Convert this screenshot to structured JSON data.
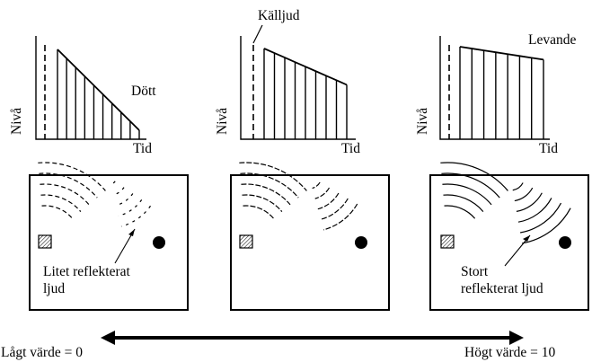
{
  "diagram": {
    "axis_labels": {
      "y": "Nivå",
      "x": "Tid"
    },
    "panels": [
      {
        "id": "dead",
        "label": "Dött",
        "decay_levels": [
          1.0,
          0.9,
          0.8,
          0.7,
          0.6,
          0.5,
          0.4,
          0.3,
          0.2,
          0.1
        ],
        "room_caption": "Litet reflekterat ljud",
        "room_caption_lines": [
          "Litet reflekterat",
          "ljud"
        ]
      },
      {
        "id": "source",
        "label": "Källjud",
        "decay_levels": [
          1.0,
          0.95,
          0.9,
          0.85,
          0.8,
          0.75,
          0.7,
          0.65,
          0.6
        ],
        "room_caption": ""
      },
      {
        "id": "live",
        "label": "Levande",
        "decay_levels": [
          1.0,
          0.98,
          0.96,
          0.94,
          0.92,
          0.9,
          0.88,
          0.86
        ],
        "room_caption": "Stort reflekterat ljud",
        "room_caption_lines": [
          "Stort",
          "reflekterat ljud"
        ]
      }
    ],
    "scale": {
      "low": "Lågt värde = 0",
      "high": "Högt värde = 10"
    },
    "colors": {
      "ink": "#000000",
      "background": "#ffffff"
    }
  }
}
